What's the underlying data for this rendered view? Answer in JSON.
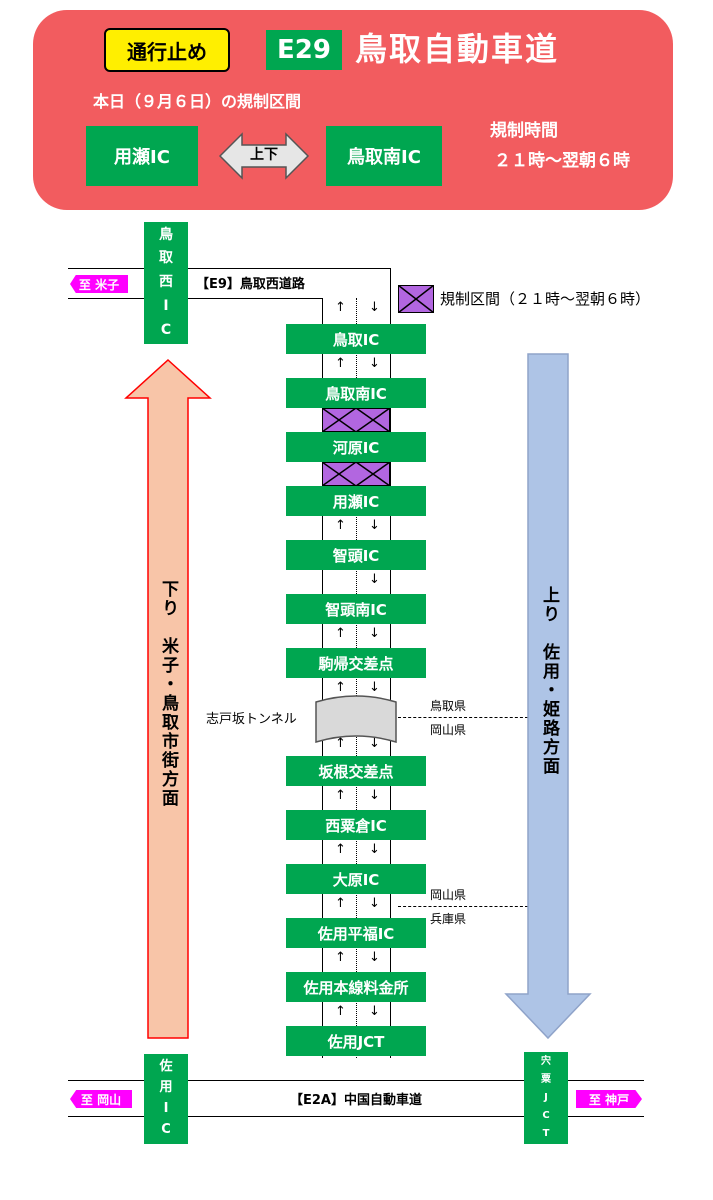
{
  "header": {
    "status": "通行止め",
    "route_code": "E29",
    "route_name": "鳥取自動車道",
    "date_text": "本日（９月６日）の規制区間",
    "from_ic": "用瀬IC",
    "to_ic": "鳥取南IC",
    "direction": "上下",
    "time_title": "規制時間",
    "time_range": "２１時～翌朝６時"
  },
  "legend": {
    "closed_label": "規制区間（２１時～翌朝６時）"
  },
  "roads": {
    "top_road": "【E9】鳥取西道路",
    "bottom_road": "【E2A】中国自動車道",
    "dest_yonago": "至 米子",
    "dest_okayama": "至 岡山",
    "dest_kobe": "至 神戸"
  },
  "side_ics": {
    "tottori_nishi": [
      "鳥",
      "取",
      "西",
      "I",
      "C"
    ],
    "sayo": [
      "佐",
      "用",
      "I",
      "C"
    ],
    "yamasaki": [
      "宍",
      "粟",
      "J",
      "C",
      "T"
    ]
  },
  "stations": [
    "鳥取IC",
    "鳥取南IC",
    "河原IC",
    "用瀬IC",
    "智頭IC",
    "智頭南IC",
    "駒帰交差点",
    "坂根交差点",
    "西粟倉IC",
    "大原IC",
    "佐用平福IC",
    "佐用本線料金所",
    "佐用JCT"
  ],
  "tunnel": "志戸坂トンネル",
  "prefectures": {
    "border1_north": "鳥取県",
    "border1_south": "岡山県",
    "border2_north": "岡山県",
    "border2_south": "兵庫県"
  },
  "directions": {
    "down": "下り　米子・鳥取市街方面",
    "up": "上り　佐用・姫路方面"
  },
  "colors": {
    "banner": "#f25c5f",
    "ic_green": "#00a650",
    "closed_purple": "#b266e0",
    "down_arrow": "#f8c5a8",
    "up_arrow": "#aec4e6",
    "dest_magenta": "#ff00ff"
  }
}
